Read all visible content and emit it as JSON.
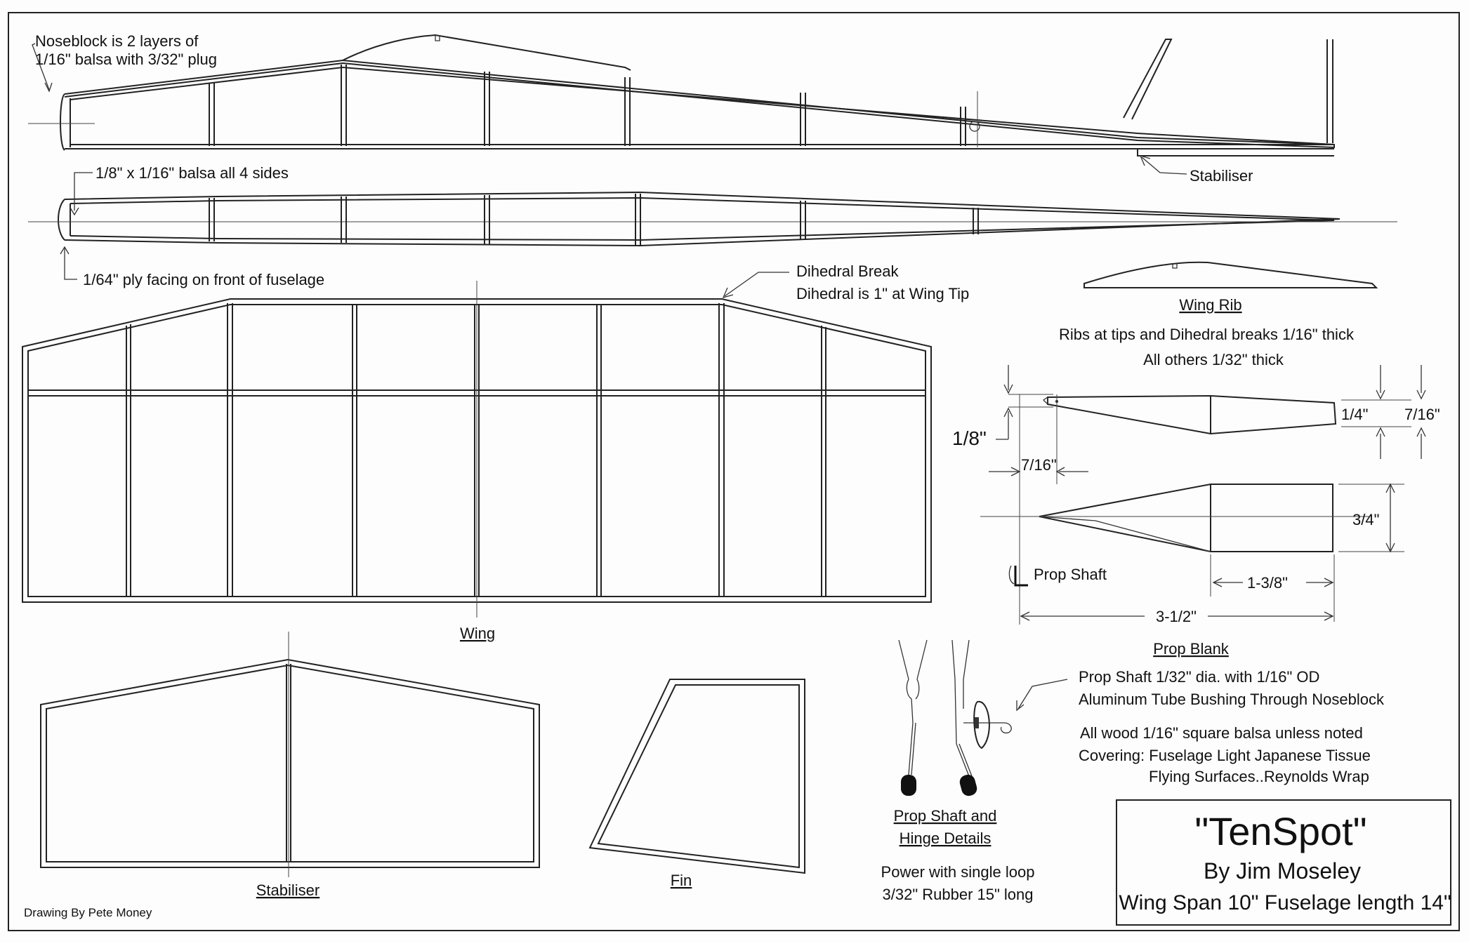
{
  "labels": {
    "noseblock_1": "Noseblock is 2 layers of",
    "noseblock_2": "1/16\" balsa with 3/32\" plug",
    "stabiliser_note": "Stabiliser",
    "balsa_sides": "1/8\" x 1/16\" balsa all 4 sides",
    "ply_facing": "1/64\" ply facing on front of fuselage",
    "dihedral_break": "Dihedral Break",
    "dihedral_tip": "Dihedral is 1\" at Wing Tip",
    "wing_rib": "Wing Rib",
    "ribs_note_1": "Ribs at tips and Dihedral breaks 1/16\" thick",
    "ribs_note_2": "All others 1/32\" thick",
    "wing": "Wing",
    "stabiliser": "Stabiliser",
    "fin": "Fin",
    "prop_shaft": "Prop Shaft",
    "prop_blank": "Prop Blank",
    "prop_shaft_note_1": "Prop Shaft 1/32\" dia. with 1/16\" OD",
    "prop_shaft_note_2": "Aluminum Tube Bushing Through Noseblock",
    "wood_note": "All wood 1/16\" square balsa unless noted",
    "covering_1": "Covering: Fuselage Light Japanese Tissue",
    "covering_2": "Flying Surfaces..Reynolds Wrap",
    "hinge_1": "Prop Shaft and",
    "hinge_2": "Hinge Details",
    "power_1": "Power with single loop",
    "power_2": "3/32\" Rubber 15\" long",
    "drawing_by": "Drawing By Pete Money"
  },
  "dimensions": {
    "d_1_8": "1/8\"",
    "d_7_16_left": "7/16\"",
    "d_1_4": "1/4\"",
    "d_7_16_right": "7/16\"",
    "d_3_4": "3/4\"",
    "d_1_3_8": "1-3/8\"",
    "d_3_1_2": "3-1/2\""
  },
  "title_block": {
    "title": "\"TenSpot\"",
    "author": "By Jim Moseley",
    "specs": "Wing Span 10\" Fuselage length 14\""
  }
}
